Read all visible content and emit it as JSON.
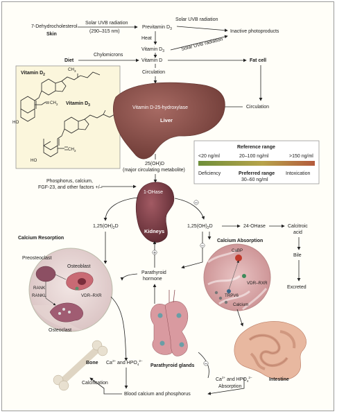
{
  "skin": {
    "dehydro": "7-Dehydrocholesterol",
    "label": "Skin",
    "uvb": "Solar UVB radiation",
    "uvb_range": "(290–315 nm)",
    "previtamin": "Previtamin D",
    "previtamin_sub": "3",
    "uvb2": "Solar UVB radiation",
    "uvb3": "Solar UVB radiation",
    "inactive": "Inactive photoproducts",
    "heat": "Heat",
    "vitd3": "Vitamin D",
    "vitd3_sub": "3"
  },
  "diet": {
    "label": "Diet",
    "chylo": "Chylomicrons",
    "vitd": "Vitamin D",
    "fatcell": "Fat cell",
    "circulation": "Circulation",
    "circulation2": "Circulation"
  },
  "structures": {
    "d2": "Vitamin D",
    "d2_sub": "2",
    "d3": "Vitamin D",
    "d3_sub": "3",
    "ch3": "CH",
    "ch3_sub": "3",
    "ch2a": "CH",
    "ch2a_sub": "2",
    "ch2b": "CH",
    "ch2b_sub": "2",
    "ho1": "HO",
    "ho2": "HO"
  },
  "liver": {
    "enzyme": "Vitamin D-25-hydroxylase",
    "label": "Liver",
    "metabolite": "25(OH)D",
    "metabolite_note": "(major circulating metabolite)"
  },
  "reference": {
    "title": "Reference range",
    "low": "<20 ng/ml",
    "mid": "20–100 ng/ml",
    "high": ">150 ng/ml",
    "deficiency": "Deficiency",
    "preferred": "Preferred range",
    "preferred_range": "30–60 ng/ml",
    "intoxication": "Intoxication",
    "colors": [
      "#6e8f3a",
      "#b7a34a",
      "#b45a3c"
    ]
  },
  "kidney": {
    "factors1": "Phosphorus, calcium,",
    "factors2": "FGF-23, and other factors +/–",
    "ohase": "1-OHase",
    "label": "Kidneys",
    "calcitriol_left": "1,25(OH)",
    "calcitriol_right": "1,25(OH)",
    "sub2": "2",
    "d": "D",
    "hydroxylase24": "24-OHase",
    "calcitroic1": "Calcitroic",
    "calcitroic2": "acid",
    "bile": "Bile",
    "excreted": "Excreted",
    "plus": "+",
    "minus": "–"
  },
  "resorption": {
    "title": "Calcium Resorption",
    "preosteoclast": "Preosteoclast",
    "osteoblast": "Osteoblast",
    "rank": "RANK",
    "rankl": "RANKL",
    "vdr": "VDR–RXR",
    "osteoclast": "Osteoclast"
  },
  "pth": {
    "line1": "Parathyroid",
    "line2": "hormone",
    "glands": "Parathyroid glands"
  },
  "absorption": {
    "title": "Calcium Absorption",
    "cabp": "CaBP",
    "vdr": "VDR–RXR",
    "trpv6": "TRPV6",
    "calcium": "Calcium"
  },
  "bone": {
    "label": "Bone",
    "ions": "Ca",
    "ions_sup": "2+",
    "and_hpo": " and HPO",
    "hpo_sub": "4",
    "hpo_sup": "2–",
    "calcification": "Calcification"
  },
  "intestine": {
    "label": "Intestine",
    "ions": "Ca",
    "ions_sup": "2+",
    "and_hpo": " and HPO",
    "hpo_sub": "4",
    "hpo_sup": "2–",
    "absorption": "Absorption"
  },
  "blood": {
    "label": "Blood calcium and phosphorus"
  }
}
